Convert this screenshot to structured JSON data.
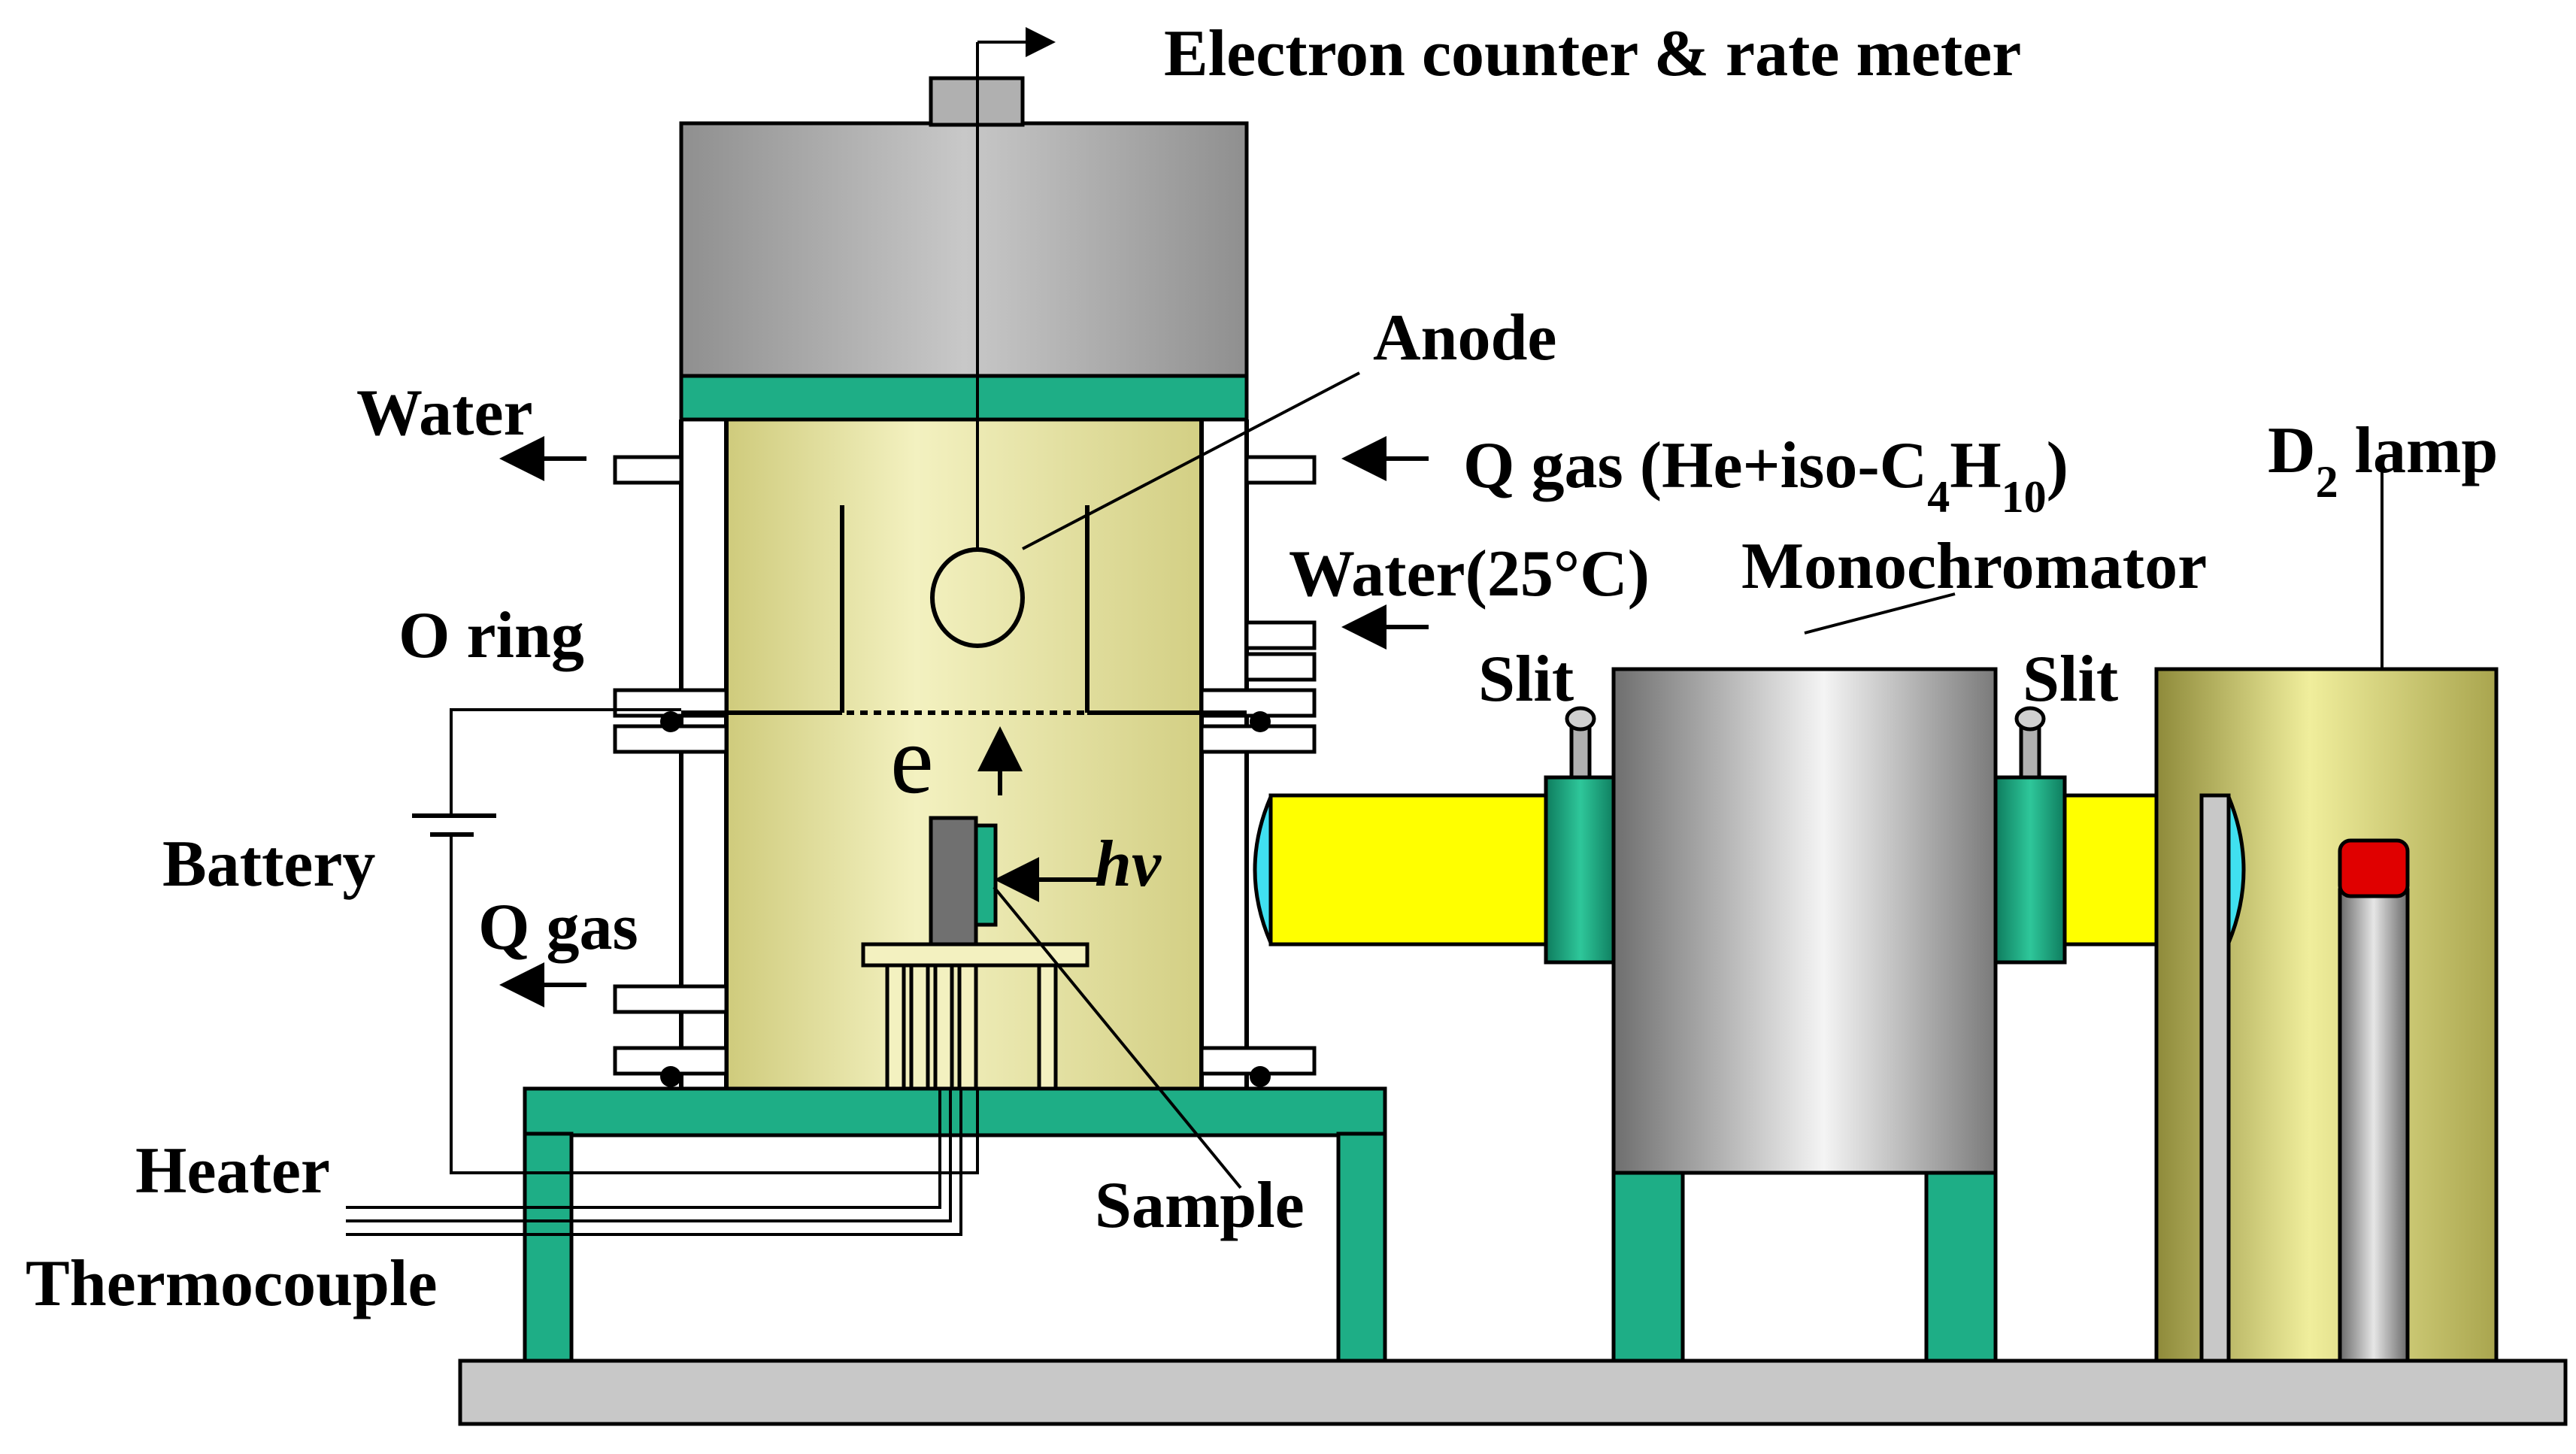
{
  "labels": {
    "electron_counter": "Electron counter & rate meter",
    "anode": "Anode",
    "water_top": "Water",
    "q_gas_in_prefix": "Q gas (He+iso-C",
    "q_gas_in_sub1": "4",
    "q_gas_in_mid": "H",
    "q_gas_in_sub2": "10",
    "q_gas_in_suffix": ")",
    "d2_lamp_main": "D",
    "d2_lamp_sub": "2",
    "d2_lamp_rest": " lamp",
    "water_25": "Water(25°C)",
    "monochromator": "Monochromator",
    "o_ring": "O ring",
    "slit_left": "Slit",
    "slit_right": "Slit",
    "electron": "e",
    "battery": "Battery",
    "photon": "hν",
    "q_gas_out": "Q gas",
    "heater": "Heater",
    "sample": "Sample",
    "thermocouple": "Thermocouple"
  },
  "colors": {
    "chamber_yellow": "#EEEBA8",
    "chamber_yellow_dark": "#C9C46E",
    "teal": "#1EAE86",
    "teal_dark": "#0E7C5E",
    "gray_top": "#B5B5B5",
    "gray_dark": "#8A8A8A",
    "beam_yellow": "#FFFF00",
    "lens_cyan": "#40E0F0",
    "lamp_red": "#E00000",
    "base_gray": "#C8C8C8"
  }
}
